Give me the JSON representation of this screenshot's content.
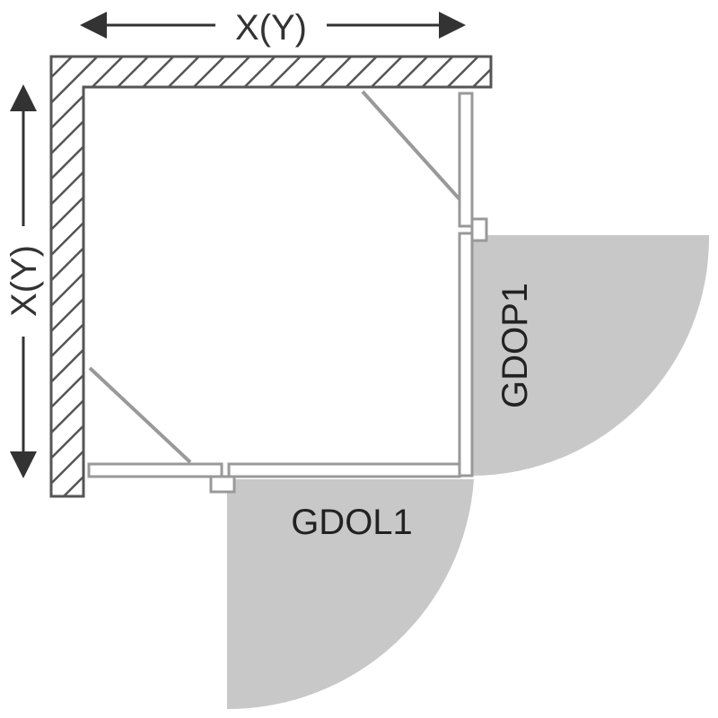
{
  "dimensions": {
    "top_label": "X(Y)",
    "side_label": "X(Y)"
  },
  "doors": {
    "left_door_label": "GDOL1",
    "right_door_label": "GDOP1"
  },
  "colors": {
    "wall_stroke": "#555555",
    "profile_stroke": "#999999",
    "swing_fill": "#c8c8c8",
    "arrow": "#333333"
  }
}
